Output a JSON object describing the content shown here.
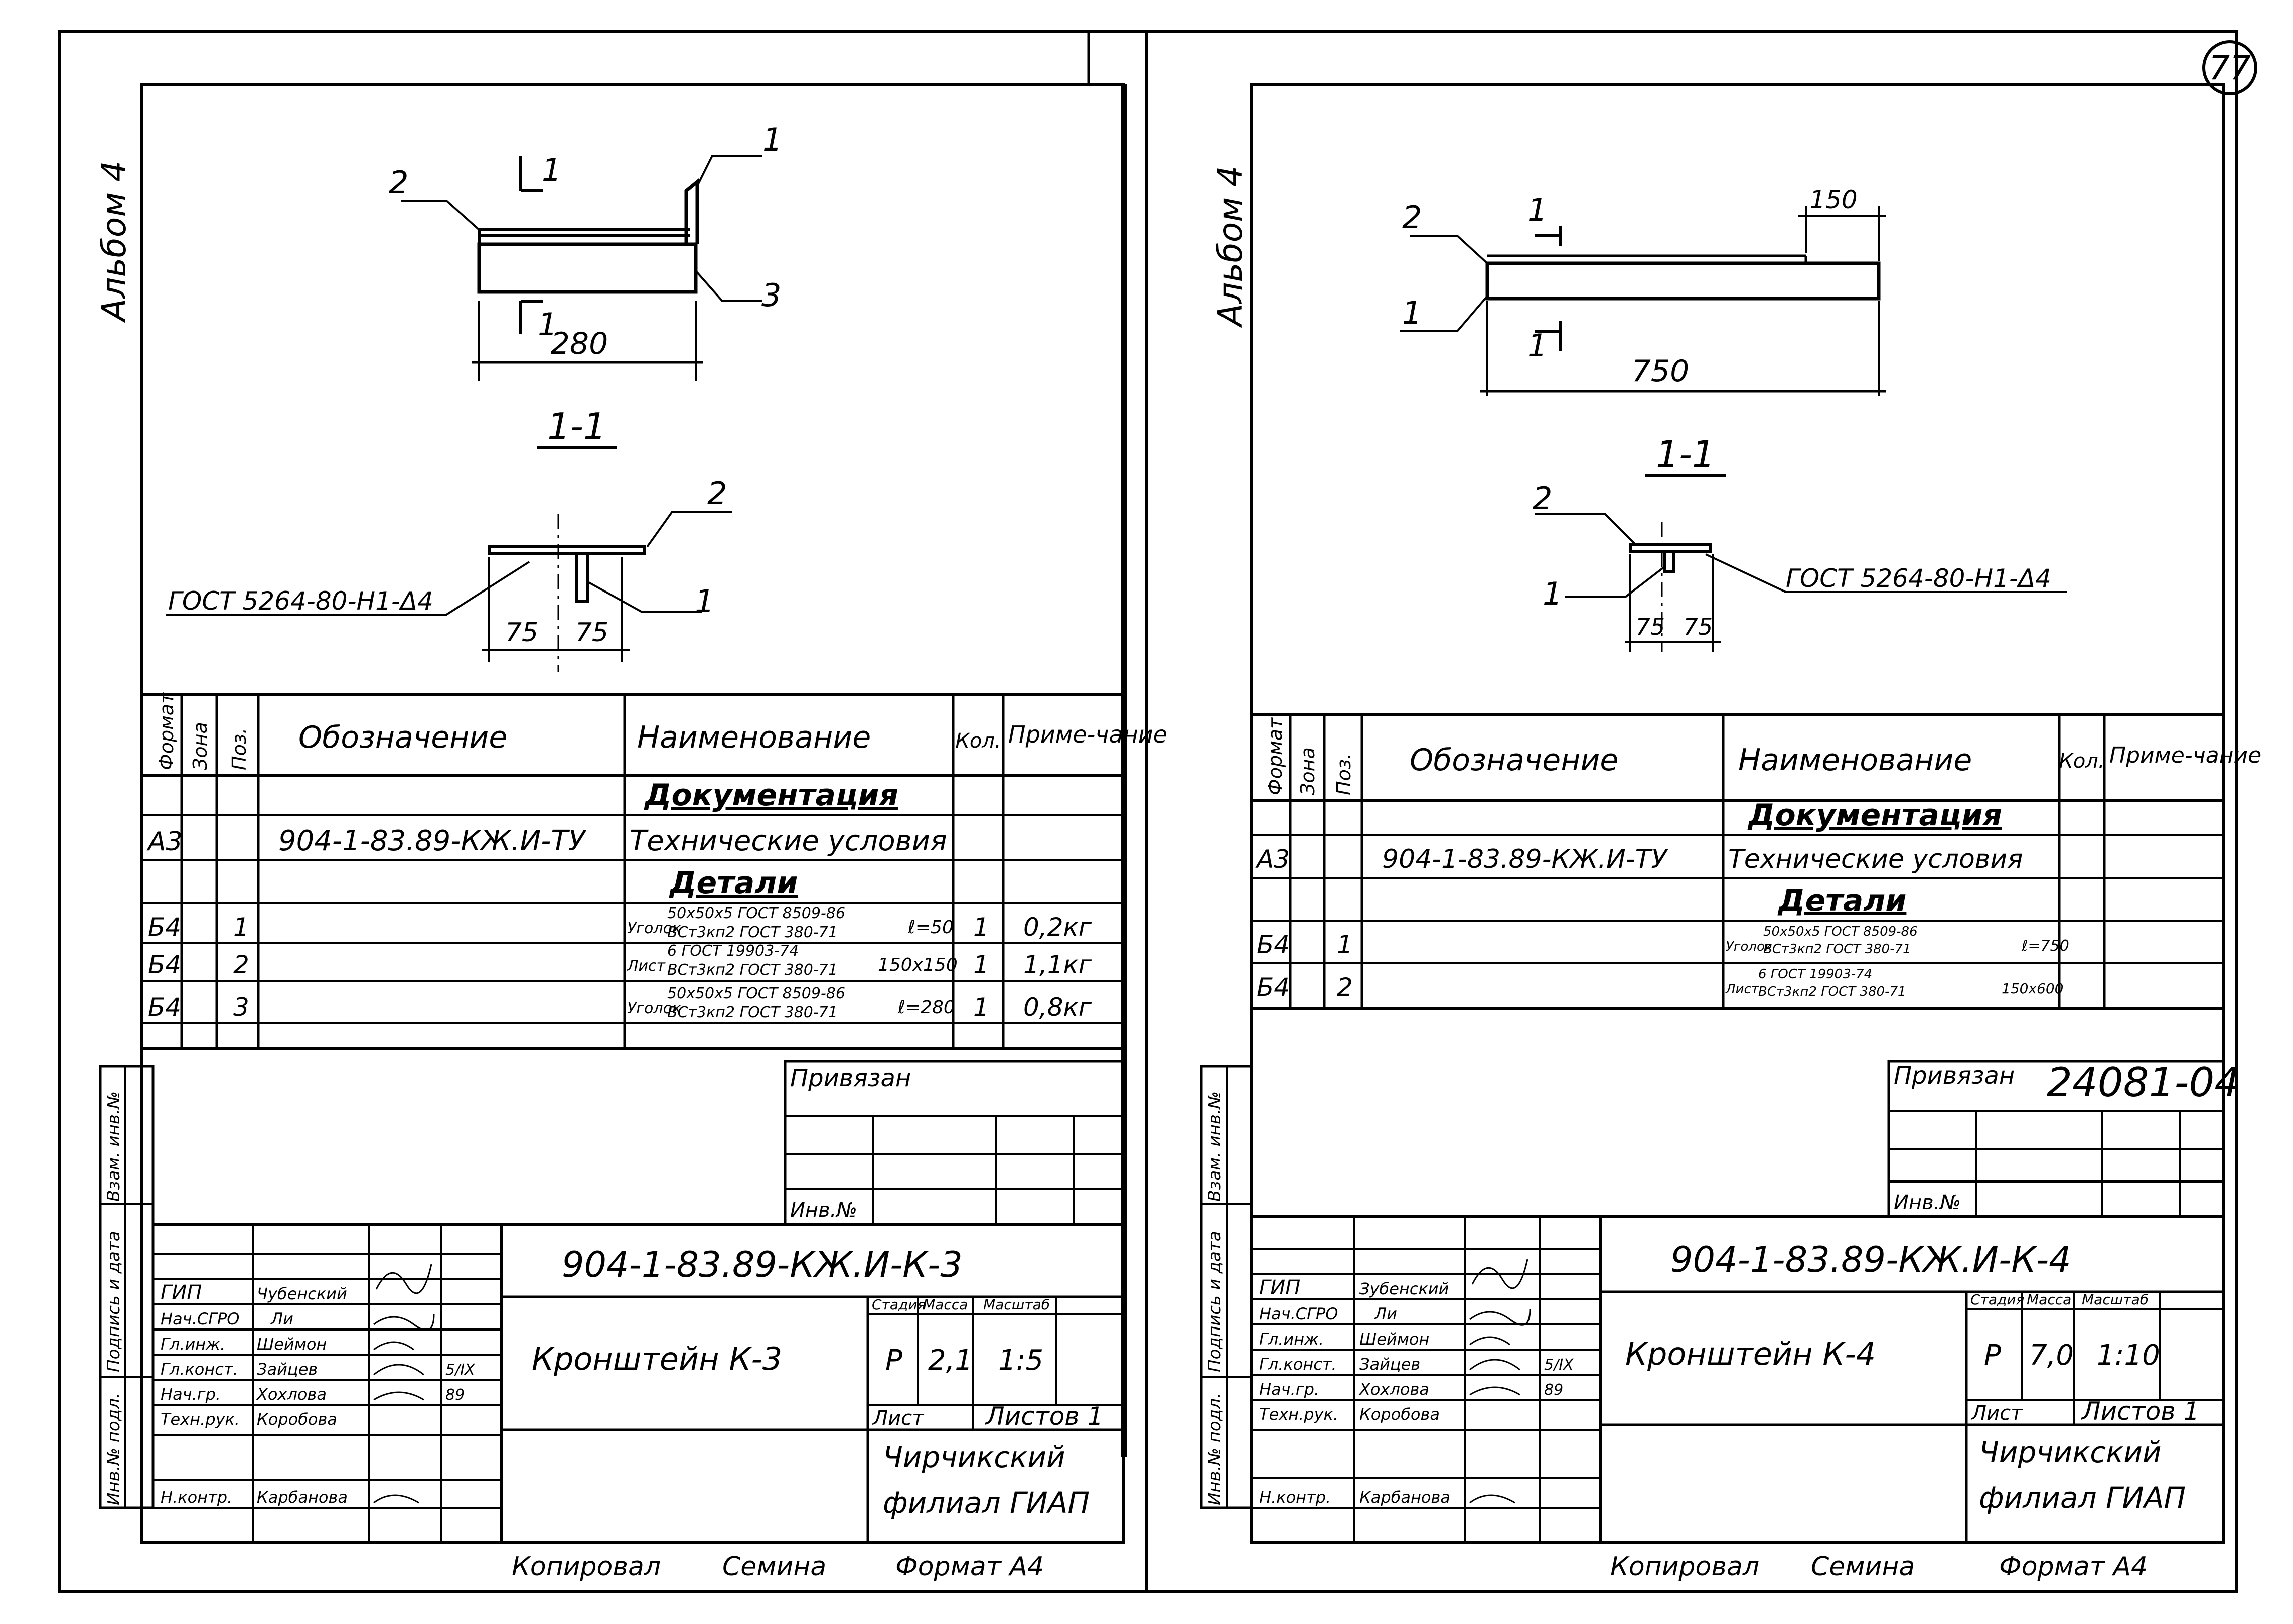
{
  "page": {
    "sheet_number": "77",
    "album_label": "Альбом 4",
    "inventory_number": "24081-04"
  },
  "sheets": [
    {
      "id": "k3",
      "callouts": [
        "1",
        "2",
        "3"
      ],
      "section_marks": [
        "1",
        "1"
      ],
      "dims": {
        "overall": "280",
        "left": "75",
        "right": "75"
      },
      "section_title": "1-1",
      "section_callouts": [
        "2",
        "1"
      ],
      "weld_note": "ГОСТ 5264-80-Н1-Δ4",
      "spec_headers": {
        "format": "Формат",
        "zone": "Зона",
        "pos": "Поз.",
        "designation": "Обозначение",
        "name": "Наименование",
        "qty": "Кол.",
        "note": "Приме-чание"
      },
      "spec_sections": {
        "docs": "Документация",
        "details": "Детали"
      },
      "doc_row": {
        "format": "А3",
        "designation": "904-1-83.89-КЖ.И-ТУ",
        "name": "Технические условия"
      },
      "detail_rows": [
        {
          "format": "Б4",
          "pos": "1",
          "name_prefix": "Уголок",
          "name_top": "50х50х5 ГОСТ 8509-86",
          "name_bottom": "ВСт3кп2 ГОСТ 380-71",
          "size": "ℓ=50",
          "qty": "1",
          "note": "0,2кг"
        },
        {
          "format": "Б4",
          "pos": "2",
          "name_prefix": "Лист",
          "name_top": "6 ГОСТ 19903-74",
          "name_bottom": "ВСт3кп2 ГОСТ 380-71",
          "size": "150х150",
          "qty": "1",
          "note": "1,1кг"
        },
        {
          "format": "Б4",
          "pos": "3",
          "name_prefix": "Уголок",
          "name_top": "50х50х5 ГОСТ 8509-86",
          "name_bottom": "ВСт3кп2 ГОСТ 380-71",
          "size": "ℓ=280",
          "qty": "1",
          "note": "0,8кг"
        }
      ],
      "side_labels": [
        "Инв.№ подл.",
        "Подпись и дата",
        "Взам. инв.№"
      ],
      "privyazan": "Привязан",
      "inv_no": "Инв.№",
      "code": "904-1-83.89-КЖ.И-К-3",
      "title": "Кронштейн К-3",
      "stage_headers": [
        "Стадия",
        "Масса",
        "Масштаб"
      ],
      "stage_values": [
        "Р",
        "2,1",
        "1:5"
      ],
      "sheet_label": "Лист",
      "sheets_label": "Листов 1",
      "org": [
        "Чирчикский",
        "филиал ГИАП"
      ],
      "people": [
        {
          "role": "ГИП",
          "name": "Чубенский"
        },
        {
          "role": "Нач.СГРО",
          "name": "Ли"
        },
        {
          "role": "Гл.инж.",
          "name": "Шеймон"
        },
        {
          "role": "Гл.конст.",
          "name": "Зайцев"
        },
        {
          "role": "Нач.гр.",
          "name": "Хохлова"
        },
        {
          "role": "Техн.рук.",
          "name": "Коробова"
        },
        {
          "role": "",
          "name": ""
        },
        {
          "role": "Н.контр.",
          "name": "Карбанова"
        }
      ],
      "date": "5/IX",
      "year": "89",
      "footer": [
        "Копировал",
        "Семина",
        "Формат А4"
      ]
    },
    {
      "id": "k4",
      "callouts": [
        "2",
        "1"
      ],
      "section_marks": [
        "1",
        "1"
      ],
      "dims": {
        "overall": "750",
        "top": "150",
        "left": "75",
        "right": "75"
      },
      "section_title": "1-1",
      "section_callouts": [
        "2",
        "1"
      ],
      "weld_note": "ГОСТ 5264-80-Н1-Δ4",
      "spec_headers": {
        "format": "Формат",
        "zone": "Зона",
        "pos": "Поз.",
        "designation": "Обозначение",
        "name": "Наименование",
        "qty": "Кол.",
        "note": "Приме-чание"
      },
      "spec_sections": {
        "docs": "Документация",
        "details": "Детали"
      },
      "doc_row": {
        "format": "А3",
        "designation": "904-1-83.89-КЖ.И-ТУ",
        "name": "Технические условия"
      },
      "detail_rows": [
        {
          "format": "Б4",
          "pos": "1",
          "name_prefix": "Уголок",
          "name_top": "50х50х5 ГОСТ 8509-86",
          "name_bottom": "ВСт3кп2 ГОСТ 380-71",
          "size": "ℓ=750",
          "qty": "",
          "note": ""
        },
        {
          "format": "Б4",
          "pos": "2",
          "name_prefix": "Лист",
          "name_top": "6 ГОСТ 19903-74",
          "name_bottom": "ВСт3кп2 ГОСТ 380-71",
          "size": "150х600",
          "qty": "",
          "note": ""
        }
      ],
      "side_labels": [
        "Инв.№ подл.",
        "Подпись и дата",
        "Взам. инв.№"
      ],
      "privyazan": "Привязан",
      "inv_no": "Инв.№",
      "code": "904-1-83.89-КЖ.И-К-4",
      "title": "Кронштейн К-4",
      "stage_headers": [
        "Стадия",
        "Масса",
        "Масштаб"
      ],
      "stage_values": [
        "Р",
        "7,0",
        "1:10"
      ],
      "sheet_label": "Лист",
      "sheets_label": "Листов 1",
      "org": [
        "Чирчикский",
        "филиал ГИАП"
      ],
      "people": [
        {
          "role": "ГИП",
          "name": "Зубенский"
        },
        {
          "role": "Нач.СГРО",
          "name": "Ли"
        },
        {
          "role": "Гл.инж.",
          "name": "Шеймон"
        },
        {
          "role": "Гл.конст.",
          "name": "Зайцев"
        },
        {
          "role": "Нач.гр.",
          "name": "Хохлова"
        },
        {
          "role": "Техн.рук.",
          "name": "Коробова"
        },
        {
          "role": "",
          "name": ""
        },
        {
          "role": "Н.контр.",
          "name": "Карбанова"
        }
      ],
      "date": "5/IX",
      "year": "89",
      "footer": [
        "Копировал",
        "Семина",
        "Формат А4"
      ]
    }
  ]
}
